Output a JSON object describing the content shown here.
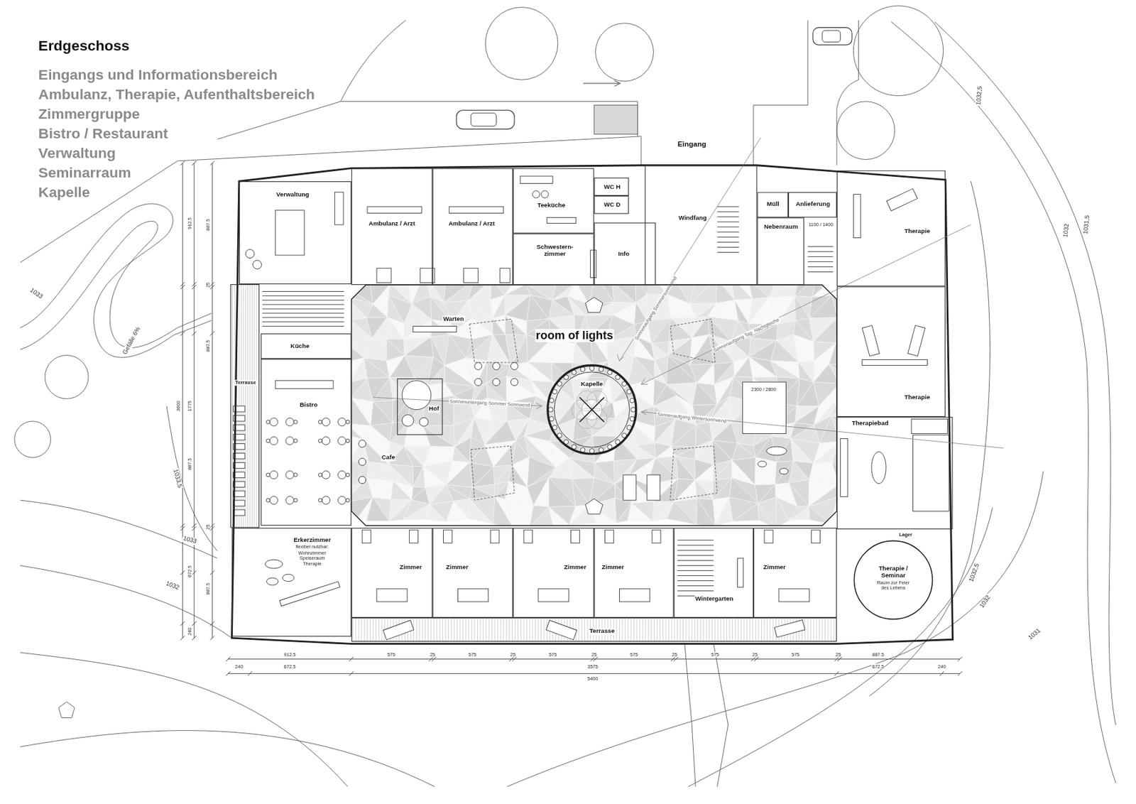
{
  "diagram": {
    "title": "Erdgeschoss",
    "nodes": [
      {
        "text": [
          "Verwaltung"
        ]
      },
      {
        "text": [
          "Ambulanz / Arzt"
        ]
      },
      {
        "text": [
          "Ambulanz / Arzt"
        ]
      },
      {
        "text": [
          "Teeküche"
        ]
      },
      {
        "text": [
          "Schwestern- zimmer"
        ]
      },
      {
        "text": [
          "WC H"
        ]
      },
      {
        "text": [
          "WC D"
        ]
      },
      {
        "text": [
          "Info"
        ]
      },
      {
        "text": [
          "Windfang"
        ]
      },
      {
        "text": [
          "Müll"
        ]
      },
      {
        "text": [
          "Anlieferung"
        ]
      },
      {
        "text": [
          "Nebenraum"
        ]
      },
      {
        "text": [
          "Therapie"
        ]
      },
      {
        "text": [
          "Terrasse"
        ]
      },
      {
        "text": [
          "Küche"
        ]
      },
      {
        "text": [
          "Bistro"
        ]
      },
      {
        "text": [
          "room of lights"
        ]
      },
      {
        "text": [
          "Hof"
        ],
        "in": 16
      },
      {
        "text": [
          "Kapelle"
        ],
        "in": 16
      },
      {
        "text": [
          "Therapie"
        ]
      },
      {
        "text": [
          "Therapiebad"
        ]
      },
      {
        "text": [
          "Erkerzimmer",
          "flexibel nutzbar: Wohnzimmer Speiseraum Therapie"
        ]
      },
      {
        "text": [
          "Zimmer"
        ]
      },
      {
        "text": [
          "Zimmer"
        ]
      },
      {
        "text": [
          "Zimmer"
        ]
      },
      {
        "text": [
          "Zimmer"
        ]
      },
      {
        "text": [
          "Wintergarten"
        ]
      },
      {
        "text": [
          "Zimmer"
        ]
      },
      {
        "text": [
          "Lager"
        ]
      },
      {
        "text": [
          "Therapie / Seminar",
          "Raum zur Feier des Lebens"
        ]
      },
      {
        "text": [
          "Terrasse"
        ]
      }
    ],
    "labels": [
      "Eingangs und Informationsbereich",
      "Ambulanz, Therapie, Aufenthaltsbereich",
      "Zimmergruppe",
      "Bistro / Restaurant",
      "Verwaltung",
      "Seminarraum",
      "Kapelle",
      "Eingang",
      "Warten",
      "Cafe",
      "Sonnenaufgang Sommersonnwend",
      "Sonnenaufgang Tag- Nachtgleiche",
      "Sonnenuntergang Sommer Sonnwend",
      "Sonnenaufgang Wintersonnwend",
      "2300 / 2800",
      "1100 / 1400",
      "912.5",
      "887.5",
      "25",
      "887.5",
      "3600",
      "1775",
      "887.5",
      "25",
      "672.5",
      "887.5",
      "240",
      "912.5",
      "575",
      "25",
      "575",
      "25",
      "575",
      "25",
      "575",
      "25",
      "575",
      "25",
      "575",
      "25",
      "887.5",
      "240",
      "672.5",
      "3575",
      "672.5",
      "240",
      "5400",
      "1033",
      "Gefälle 6%",
      "1033,5",
      "1033",
      "1032",
      "1032,5",
      "1032",
      "1031,5",
      "1032,5",
      "1032",
      "1031"
    ]
  }
}
